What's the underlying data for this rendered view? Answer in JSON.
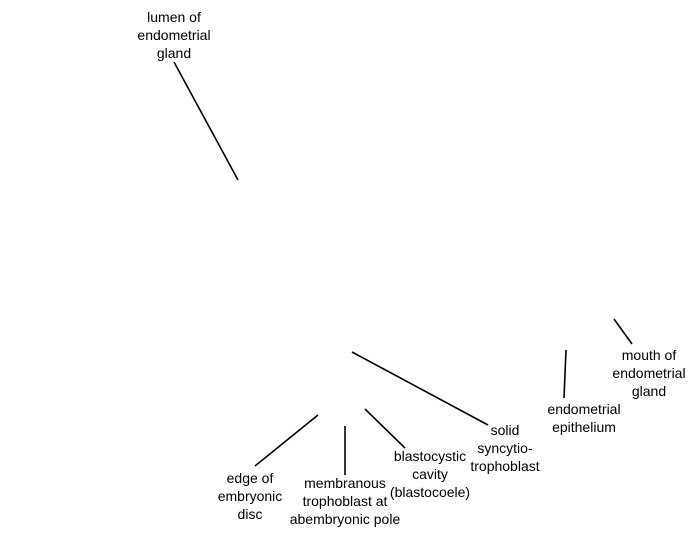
{
  "labels": {
    "lumen_gland": "lumen of\nendometrial\ngland",
    "mouth_gland": "mouth of\nendometrial\ngland",
    "endometrial_epithelium": "endometrial\nepithelium",
    "solid_syncytiotrophoblast": "solid\nsyncytio-\ntrophoblast",
    "blastocystic_cavity": "blastocystic\ncavity\n(blastocoele)",
    "membranous_trophoblast": "membranous\ntrophoblast at\nabembryonic pole",
    "edge_embryonic_disc": "edge of\nembryonic\ndisc"
  }
}
